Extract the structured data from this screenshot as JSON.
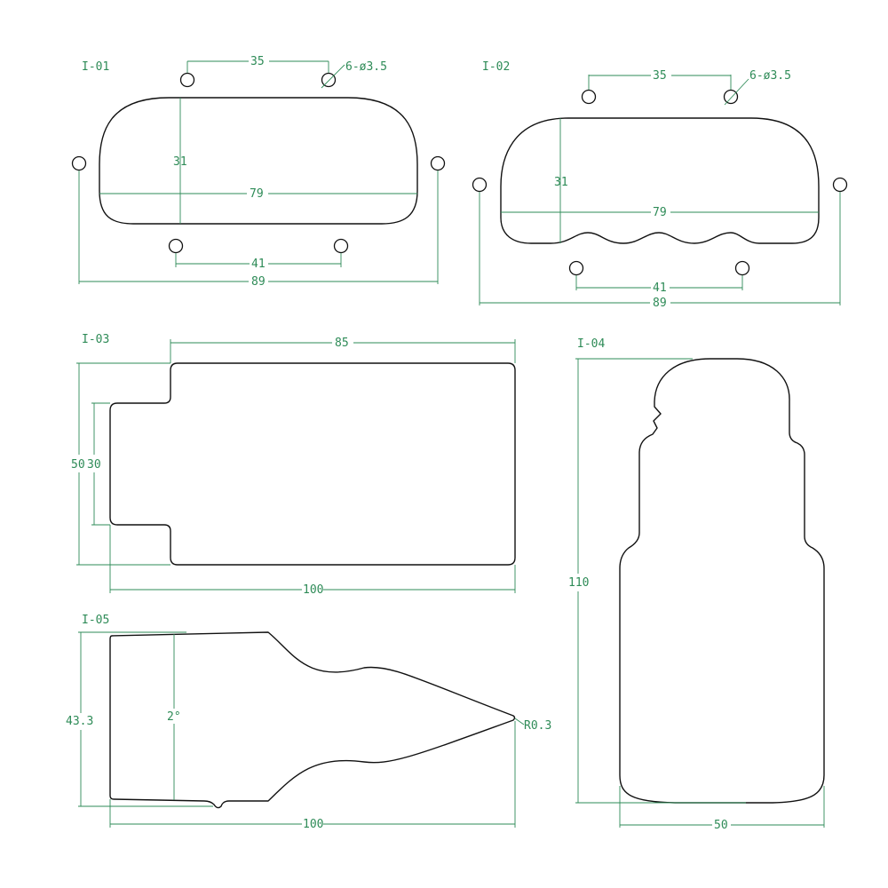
{
  "colors": {
    "outline": "#111111",
    "dimension": "#2e8b57",
    "background": "#ffffff"
  },
  "parts": [
    {
      "id": "I-01",
      "dimensions": {
        "top_hole_spacing": "35",
        "hole_callout": "6-ø3.5",
        "height": "31",
        "body_width": "79",
        "bottom_hole_spacing": "41",
        "overall_width": "89"
      }
    },
    {
      "id": "I-02",
      "dimensions": {
        "top_hole_spacing": "35",
        "hole_callout": "6-ø3.5",
        "height": "31",
        "body_width": "79",
        "bottom_hole_spacing": "41",
        "overall_width": "89"
      }
    },
    {
      "id": "I-03",
      "dimensions": {
        "body_width": "85",
        "overall_height": "50",
        "tab_height": "30",
        "overall_width": "100"
      }
    },
    {
      "id": "I-04",
      "dimensions": {
        "height": "110",
        "width": "50"
      }
    },
    {
      "id": "I-05",
      "dimensions": {
        "height": "43.3",
        "angle": "2°",
        "tip_radius": "R0.3",
        "width": "100"
      }
    }
  ]
}
